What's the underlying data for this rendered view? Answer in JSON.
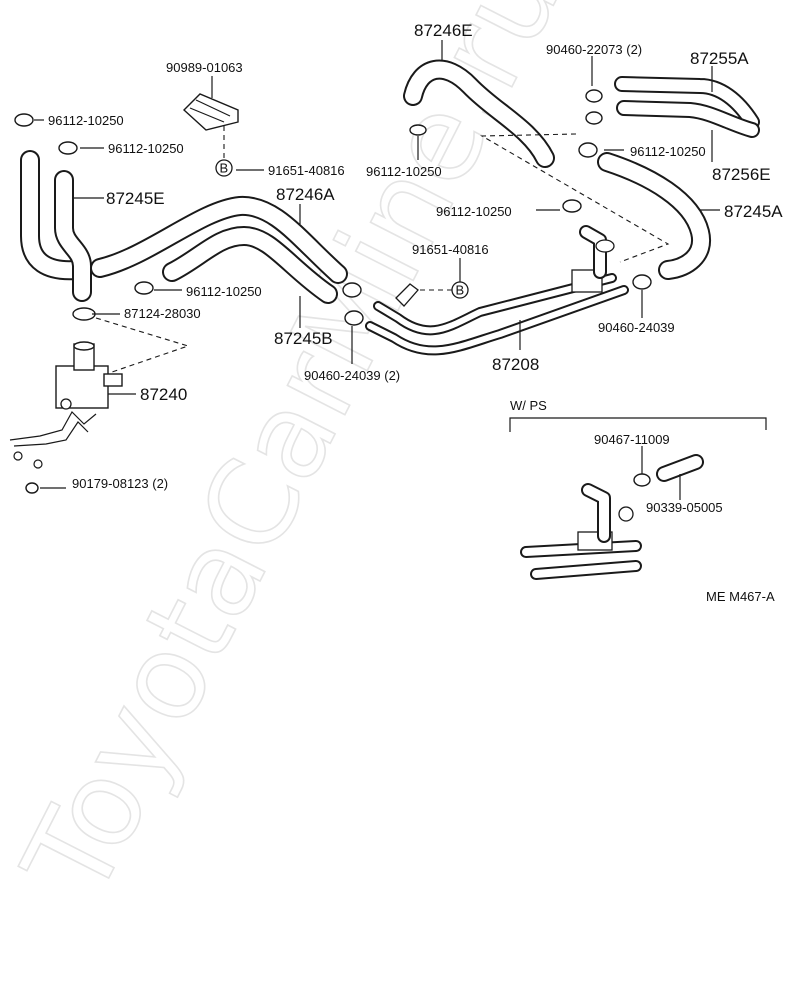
{
  "diagram": {
    "watermark": "ToyotaCarMine.ru",
    "reference_code": "ME  M467-A",
    "inset_title": "W/ PS",
    "clip_marker": "B",
    "labels": {
      "p87246E": "87246E",
      "p90460_22073": "90460-22073 (2)",
      "p87255A": "87255A",
      "p90989_01063": "90989-01063",
      "p96112_a": "96112-10250",
      "p96112_b": "96112-10250",
      "p96112_c": "96112-10250",
      "p96112_d": "96112-10250",
      "p96112_e": "96112-10250",
      "p96112_f": "96112-10250",
      "p91651_a": "91651-40816",
      "p91651_b": "91651-40816",
      "p87256E": "87256E",
      "p87245E": "87245E",
      "p87246A": "87246A",
      "p87245A": "87245A",
      "p87124_28030": "87124-28030",
      "p87245B": "87245B",
      "p90460_24039_a": "90460-24039",
      "p90460_24039_b": "90460-24039 (2)",
      "p87208": "87208",
      "p87240": "87240",
      "p90467_11009": "90467-11009",
      "p90339_05005": "90339-05005",
      "p90179_08123": "90179-08123 (2)"
    }
  }
}
